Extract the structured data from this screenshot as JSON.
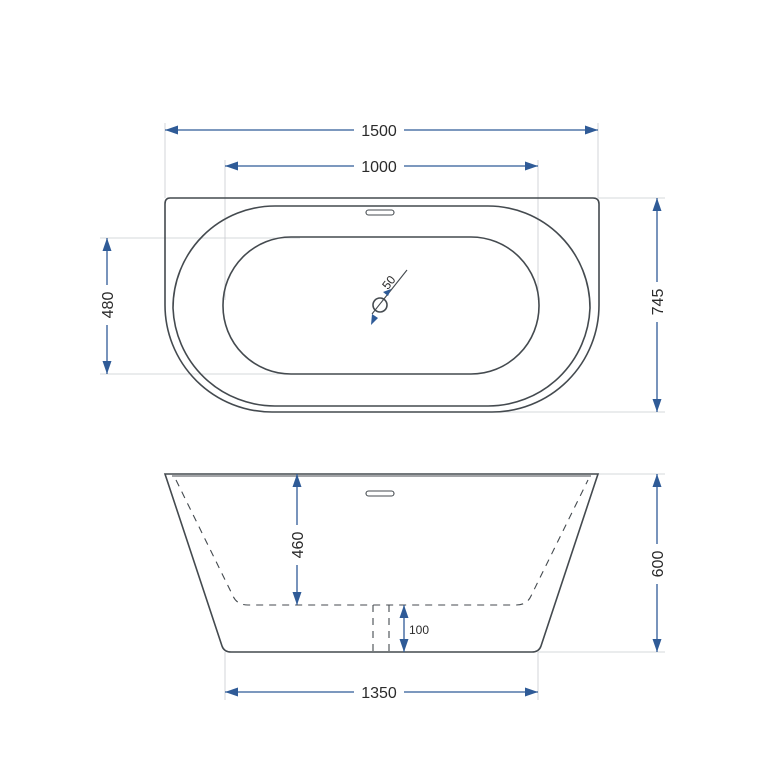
{
  "top_view": {
    "overall_width": "1500",
    "inner_width": "1000",
    "overall_depth": "745",
    "inner_depth": "480",
    "drain_diameter": "50"
  },
  "side_view": {
    "height": "600",
    "depth": "460",
    "base_to_floor": "100",
    "base_width": "1350"
  },
  "colors": {
    "dimension_lines": "#2f5b97",
    "outlines": "#444a4f",
    "extension_lines": "#c8cbcf"
  }
}
